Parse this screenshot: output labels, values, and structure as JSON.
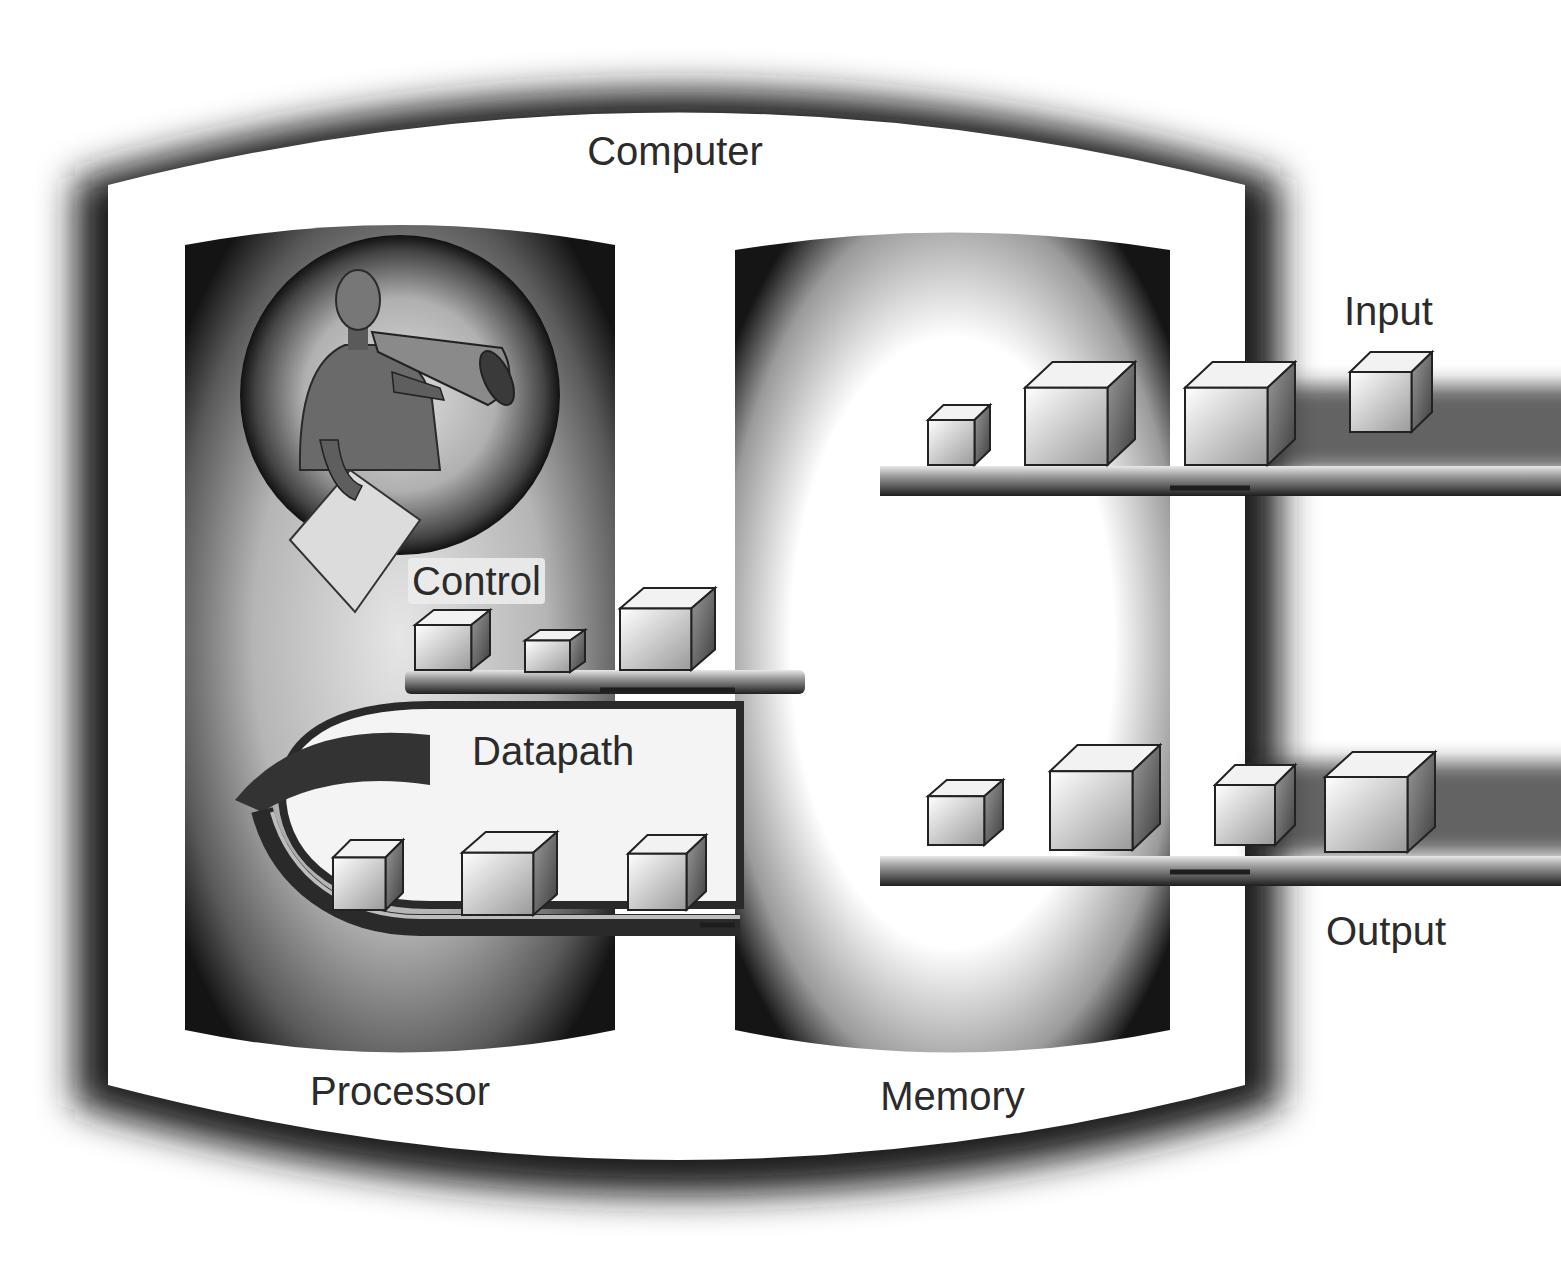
{
  "diagram": {
    "nodes": [
      {
        "text": [
          "Computer"
        ]
      },
      {
        "text": [
          "Processor"
        ],
        "in": 0
      },
      {
        "text": [
          "Control"
        ],
        "in": 1
      },
      {
        "text": [
          "Datapath"
        ],
        "in": 1
      },
      {
        "text": [
          "Memory"
        ],
        "in": 0
      },
      {
        "text": [
          "Input"
        ]
      },
      {
        "text": [
          "Output"
        ]
      }
    ],
    "edges": [
      {
        "from": 2,
        "to": 4,
        "arrow": "none"
      },
      {
        "from": 3,
        "to": 4,
        "arrow": "none"
      },
      {
        "from": 5,
        "to": 4,
        "arrow": "none"
      },
      {
        "from": 4,
        "to": 6,
        "arrow": "none"
      }
    ]
  }
}
